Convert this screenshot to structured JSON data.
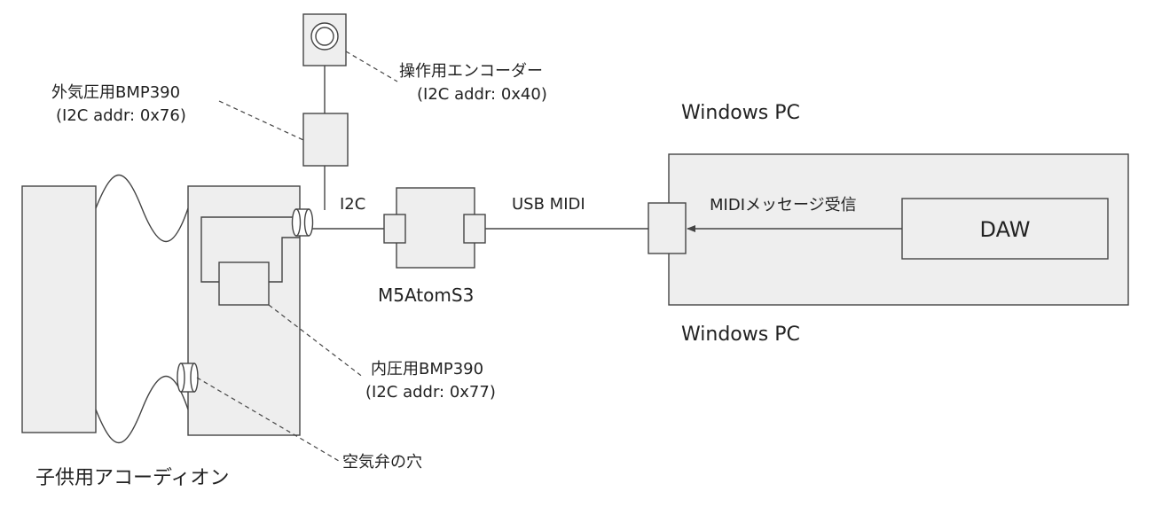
{
  "diagram": {
    "labels": {
      "accordion": "子供用アコーディオン",
      "encoder_name": "操作用エンコーダー",
      "encoder_addr": "(I2C addr: 0x40)",
      "outer_bmp_name": "外気圧用BMP390",
      "outer_bmp_addr": "(I2C addr: 0x76)",
      "inner_bmp_name": "内圧用BMP390",
      "inner_bmp_addr": "(I2C addr: 0x77)",
      "air_hole": "空気弁の穴",
      "i2c": "I2C",
      "m5": "M5AtomS3",
      "usb_midi": "USB MIDI",
      "pc_top": "Windows PC",
      "pc_bottom": "Windows PC",
      "midi_rx": "MIDIメッセージ受信",
      "daw": "DAW"
    },
    "colors": {
      "box_fill": "#eeeeee",
      "stroke": "#444444",
      "text": "#222222"
    }
  }
}
